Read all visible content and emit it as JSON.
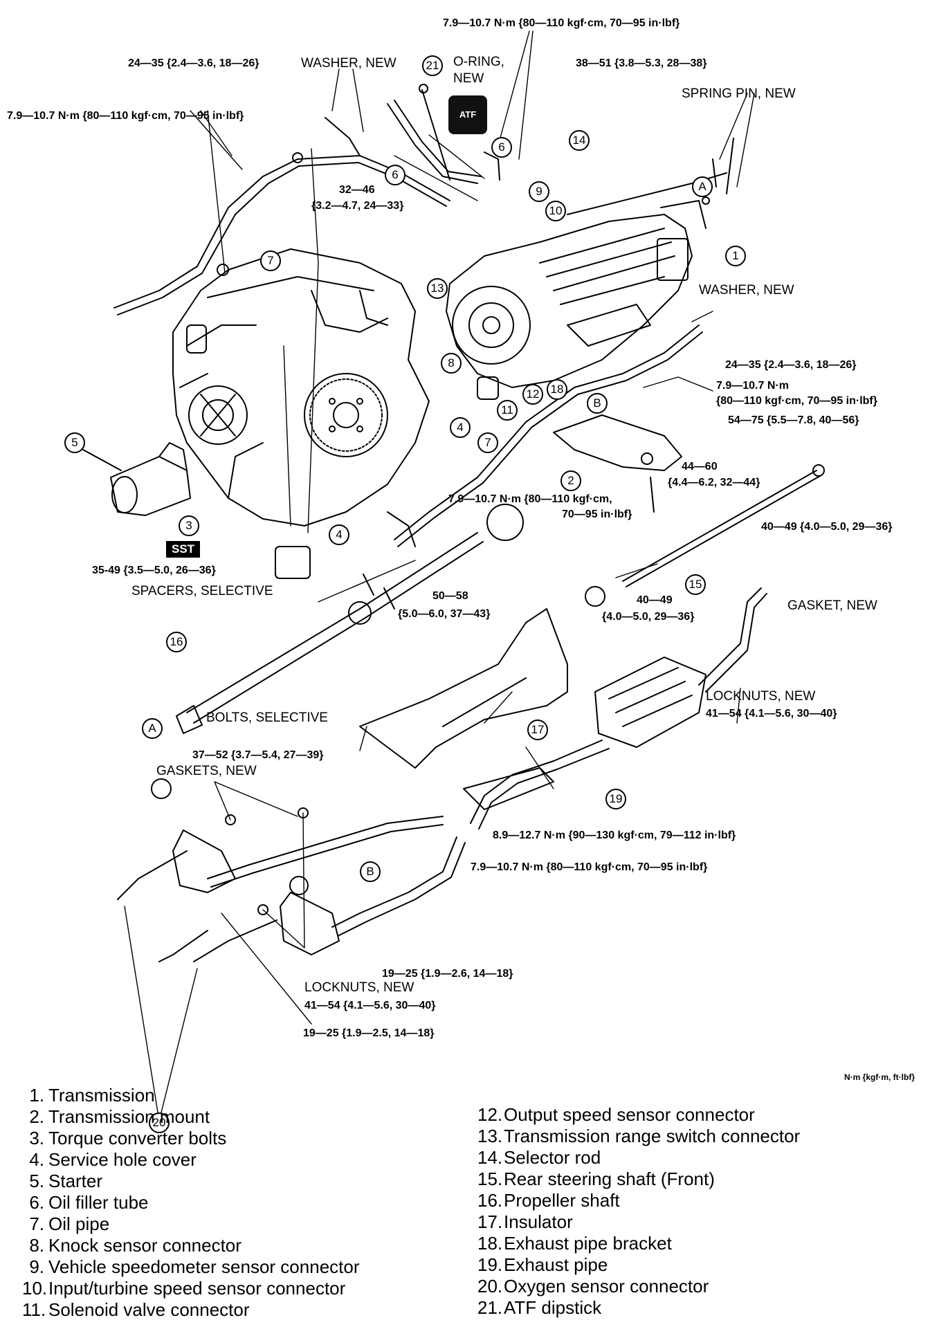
{
  "units_note": "N·m {kgf·m, ft·lbf}",
  "atf_icon": "ATF",
  "sst_label": "SST",
  "labels": {
    "washer_new_top": "WASHER, NEW",
    "oring_new_1": "O-RING,",
    "oring_new_2": "NEW",
    "spring_pin_new": "SPRING PIN, NEW",
    "washer_new_right": "WASHER, NEW",
    "spacers_selective": "SPACERS, SELECTIVE",
    "bolts_selective": "BOLTS, SELECTIVE",
    "gasket_new": "GASKET, NEW",
    "locknuts_new_right": "LOCKNUTS, NEW",
    "gaskets_new": "GASKETS, NEW",
    "locknuts_new_bottom": "LOCKNUTS, NEW",
    "a_top": "A",
    "a_bottom": "A",
    "b_mid": "B",
    "b_bottom": "B"
  },
  "torques": {
    "t_top_center": "7.9—10.7 N·m {80—110 kgf·cm, 70—95 in·lbf}",
    "t_top_left": "24—35 {2.4—3.6, 18—26}",
    "t_top_right": "38—51 {3.8—5.3, 28—38}",
    "t_left": "7.9—10.7 N·m {80—110 kgf·cm, 70—95 in·lbf}",
    "t_center_1": "32—46",
    "t_center_2": "{3.2—4.7, 24—33}",
    "t_right_1": "24—35 {2.4—3.6, 18—26}",
    "t_right_2a": "7.9—10.7 N·m",
    "t_right_2b": "{80—110 kgf·cm, 70—95 in·lbf}",
    "t_right_3": "54—75 {5.5—7.8, 40—56}",
    "t_mount_1": "44—60",
    "t_mount_2": "{4.4—6.2, 32—44}",
    "t_oilpipe_1": "7.9—10.7 N·m {80—110 kgf·cm,",
    "t_oilpipe_2": "70—95 in·lbf}",
    "t_right_4": "40—49 {4.0—5.0, 29—36}",
    "t_sst": "35-49 {3.5—5.0, 26—36}",
    "t_shaft_1": "50—58",
    "t_shaft_2": "{5.0—6.0, 37—43}",
    "t_coupling_1": "40—49",
    "t_coupling_2": "{4.0—5.0, 29—36}",
    "t_locknut_right": "41—54 {4.1—5.6, 30—40}",
    "t_exhaust_1": "37—52 {3.7—5.4, 27—39}",
    "t_exhaust_2": "8.9—12.7 N·m {90—130 kgf·cm, 79—112 in·lbf}",
    "t_exhaust_3": "7.9—10.7 N·m {80—110 kgf·cm, 70—95 in·lbf}",
    "t_exhaust_4": "19—25 {1.9—2.6, 14—18}",
    "t_locknut_bottom": "41—54 {4.1—5.6, 30—40}",
    "t_exhaust_5": "19—25 {1.9—2.5, 14—18}"
  },
  "balloons": [
    "1",
    "2",
    "3",
    "4",
    "4",
    "5",
    "6",
    "6",
    "7",
    "7",
    "8",
    "9",
    "10",
    "11",
    "12",
    "13",
    "14",
    "15",
    "16",
    "17",
    "18",
    "19",
    "20",
    "21"
  ],
  "legend_left": [
    {
      "n": "1.",
      "t": "Transmission"
    },
    {
      "n": "2.",
      "t": "Transmission mount"
    },
    {
      "n": "3.",
      "t": "Torque converter bolts"
    },
    {
      "n": "4.",
      "t": "Service hole cover"
    },
    {
      "n": "5.",
      "t": "Starter"
    },
    {
      "n": "6.",
      "t": "Oil filler tube"
    },
    {
      "n": "7.",
      "t": "Oil pipe"
    },
    {
      "n": "8.",
      "t": "Knock sensor connector"
    },
    {
      "n": "9.",
      "t": "Vehicle speedometer sensor connector"
    },
    {
      "n": "10.",
      "t": "Input/turbine speed sensor connector"
    },
    {
      "n": "11.",
      "t": "Solenoid valve connector"
    }
  ],
  "legend_right": [
    {
      "n": "12.",
      "t": "Output speed sensor connector"
    },
    {
      "n": "13.",
      "t": "Transmission range switch connector"
    },
    {
      "n": "14.",
      "t": "Selector rod"
    },
    {
      "n": "15.",
      "t": "Rear steering shaft (Front)"
    },
    {
      "n": "16.",
      "t": "Propeller shaft"
    },
    {
      "n": "17.",
      "t": "Insulator"
    },
    {
      "n": "18.",
      "t": "Exhaust pipe bracket"
    },
    {
      "n": "19.",
      "t": "Exhaust pipe"
    },
    {
      "n": "20.",
      "t": "Oxygen sensor connector"
    },
    {
      "n": "21.",
      "t": "ATF dipstick"
    }
  ]
}
